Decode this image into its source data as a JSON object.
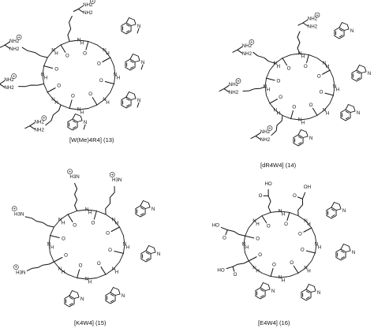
{
  "figure": {
    "structures": [
      {
        "id": "13",
        "caption": "[W(Me)4R4] (13)",
        "atoms": {
          "nh": "N",
          "h": "H",
          "h2": "H",
          "o": "O",
          "nh2": "NH2",
          "n": "N",
          "me": "N"
        }
      },
      {
        "id": "14",
        "caption": "[dR4W4] (14)",
        "atoms": {
          "nh": "N",
          "h": "H",
          "o": "O",
          "nh2": "NH2",
          "n": "N"
        }
      },
      {
        "id": "15",
        "caption": "[K4W4] (15)",
        "atoms": {
          "nh": "N",
          "h": "H",
          "o": "O",
          "nh3": "H3N",
          "n": "N"
        }
      },
      {
        "id": "16",
        "caption": "[E4W4] (16)",
        "atoms": {
          "nh": "N",
          "h": "H",
          "o": "O",
          "ho": "HO",
          "oh": "OH",
          "n": "N"
        }
      }
    ]
  }
}
